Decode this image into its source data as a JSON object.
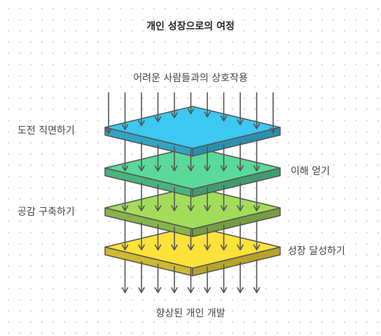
{
  "title": "개인 성장으로의 여정",
  "input_label": "어려운 사람들과의 상호작용",
  "output_label": "향상된 개인 개발",
  "layers": [
    {
      "label": "도전 직면하기",
      "color": "#3cc8f2"
    },
    {
      "label": "이해 얻기",
      "color": "#5ad99a"
    },
    {
      "label": "공감 구축하기",
      "color": "#a3dc5a"
    },
    {
      "label": "성장 달성하기",
      "color": "#fde23a"
    }
  ],
  "colors": {
    "outline": "#555555",
    "arrow": "#555555"
  }
}
